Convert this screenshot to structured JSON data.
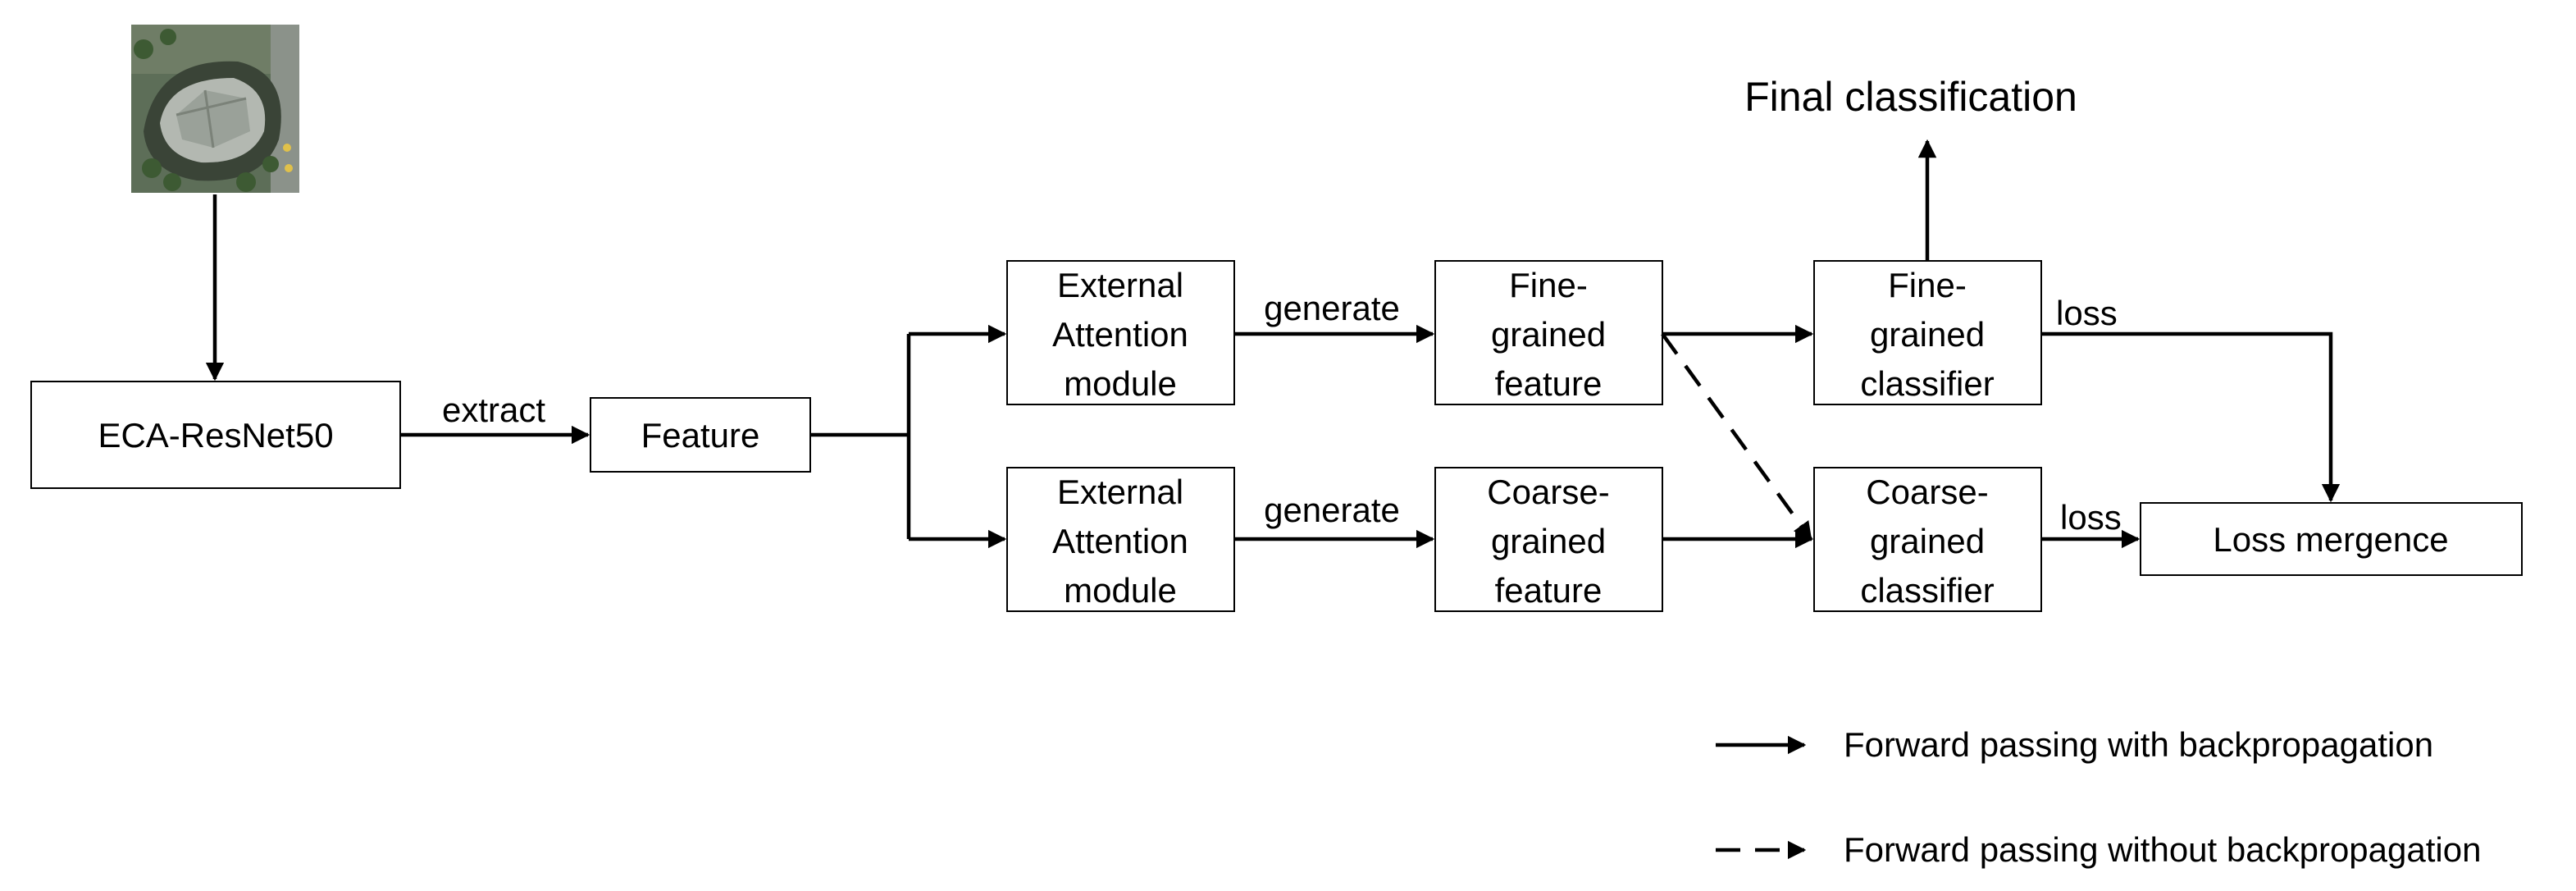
{
  "nodes": {
    "backbone": {
      "lines": [
        "ECA-ResNet50"
      ]
    },
    "feature": {
      "lines": [
        "Feature"
      ]
    },
    "ea_top": {
      "lines": [
        "External",
        "Attention",
        "module"
      ]
    },
    "ea_bottom": {
      "lines": [
        "External",
        "Attention",
        "module"
      ]
    },
    "fine_feature": {
      "lines": [
        "Fine-",
        "grained",
        "feature"
      ]
    },
    "coarse_feature": {
      "lines": [
        "Coarse-",
        "grained",
        "feature"
      ]
    },
    "fine_classifier": {
      "lines": [
        "Fine-",
        "grained",
        "classifier"
      ]
    },
    "coarse_classifier": {
      "lines": [
        "Coarse-",
        "grained",
        "classifier"
      ]
    },
    "loss_merge": {
      "lines": [
        "Loss mergence"
      ]
    }
  },
  "edge_labels": {
    "extract": "extract",
    "generate_top": "generate",
    "generate_bottom": "generate",
    "loss_top": "loss",
    "loss_bottom": "loss"
  },
  "output_label": "Final classification",
  "legend": {
    "solid": "Forward passing with backpropagation",
    "dashed": "Forward passing without backpropagation"
  },
  "input_image": {
    "icon": "aerial-image-icon",
    "colors": {
      "dark": "#2f3a2c",
      "mid": "#5d6e58",
      "light": "#9aa59a",
      "roof": "#b9bdb8",
      "tree": "#3d5a33"
    }
  }
}
